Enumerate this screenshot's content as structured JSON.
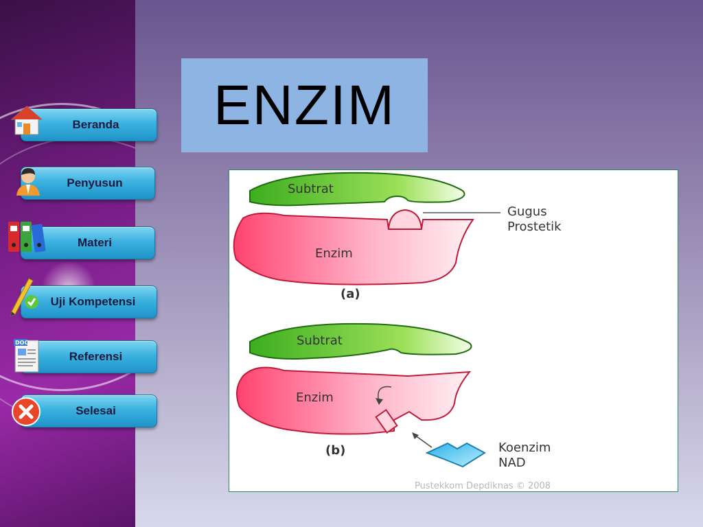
{
  "slide": {
    "title": "ENZIM"
  },
  "nav": {
    "items": [
      {
        "label": "Beranda",
        "icon": "home-icon"
      },
      {
        "label": "Penyusun",
        "icon": "person-icon"
      },
      {
        "label": "Materi",
        "icon": "binders-icon"
      },
      {
        "label": "Uji Kompetensi",
        "icon": "pencil-check-icon"
      },
      {
        "label": "Referensi",
        "icon": "document-icon"
      },
      {
        "label": "Selesai",
        "icon": "close-icon"
      }
    ]
  },
  "figure": {
    "a": {
      "substrate": "Subtrat",
      "group_label_1": "Gugus",
      "group_label_2": "Prostetik",
      "enzyme": "Enzim",
      "caption": "(a)"
    },
    "b": {
      "substrate": "Subtrat",
      "enzyme": "Enzim",
      "coenzyme_label_1": "Koenzim",
      "coenzyme_label_2": "NAD",
      "caption": "(b)"
    },
    "credit": "Pustekkom Depdiknas © 2008"
  },
  "colors": {
    "button": "#3bb2e0",
    "title_bg": "#8db4e2",
    "substrate": "#66cc33",
    "enzyme": "#ff5a7a",
    "coenzyme": "#5ac8f0"
  }
}
